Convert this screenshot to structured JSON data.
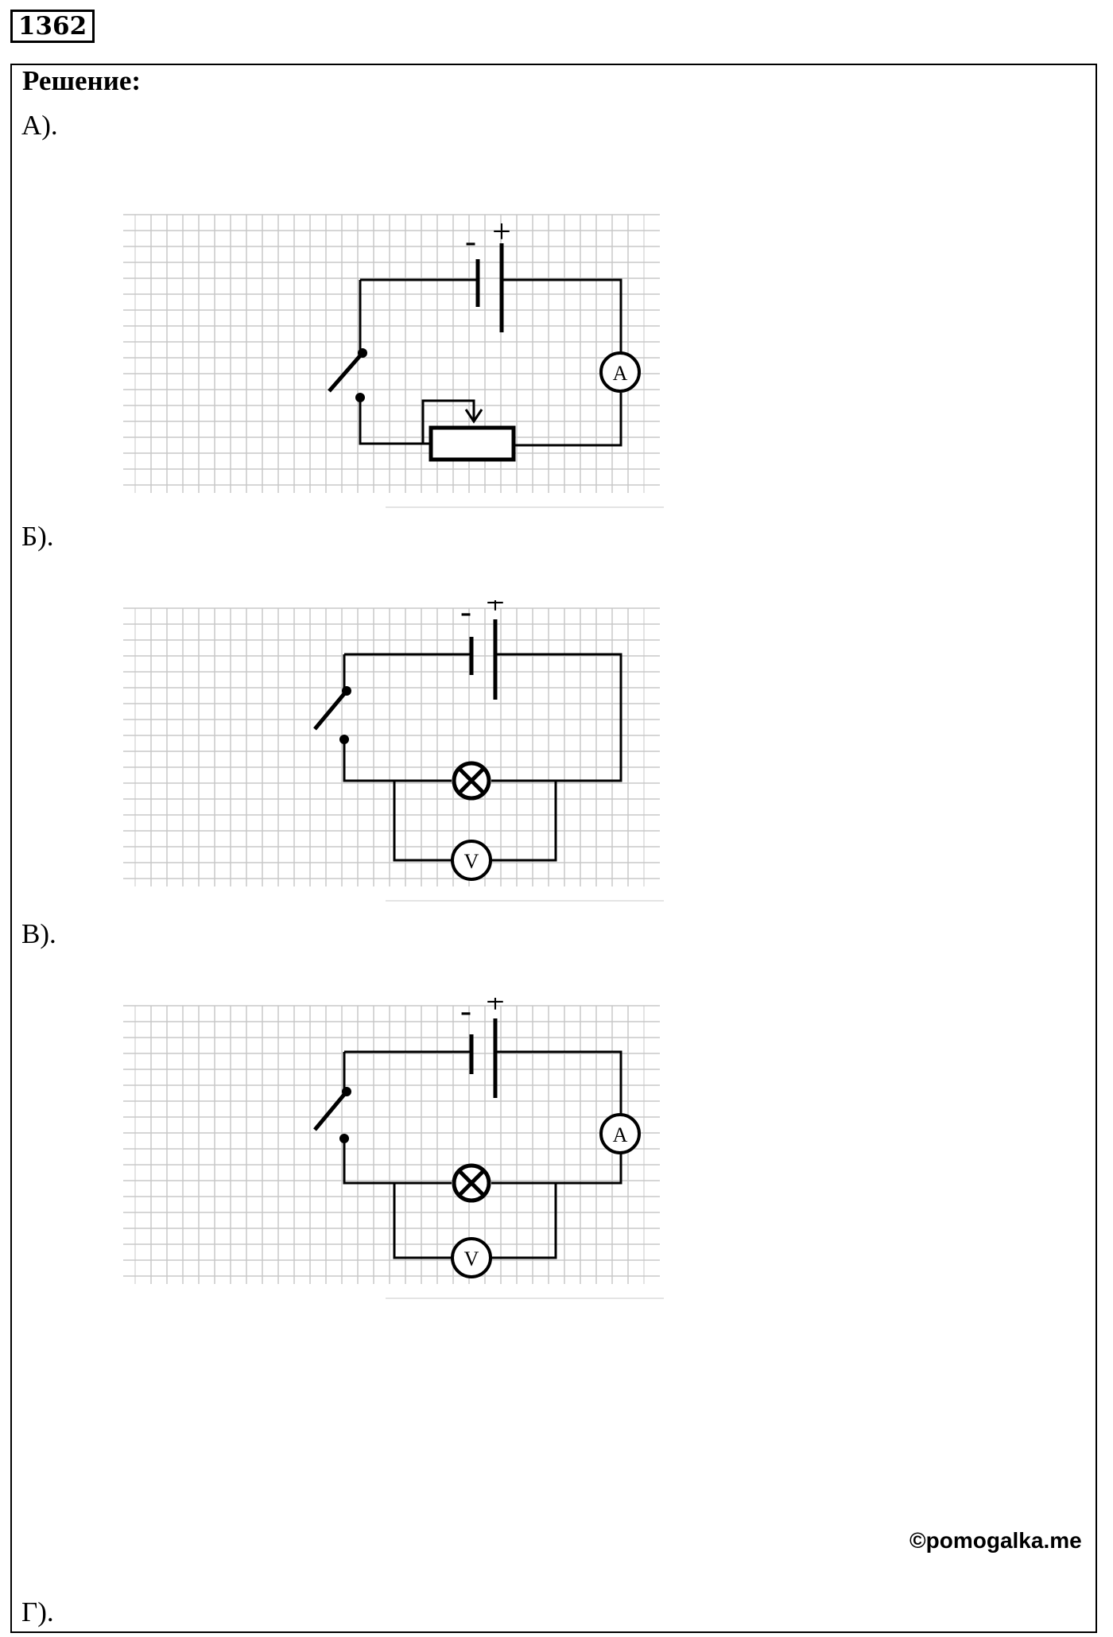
{
  "task_number": "1362",
  "heading": "Решение:",
  "parts": [
    {
      "label": "А).",
      "components": [
        "battery",
        "switch",
        "ammeter",
        "rheostat"
      ]
    },
    {
      "label": "Б).",
      "components": [
        "battery",
        "switch",
        "lamp",
        "voltmeter"
      ]
    },
    {
      "label": "В).",
      "components": [
        "battery",
        "switch",
        "ammeter",
        "lamp",
        "voltmeter"
      ]
    },
    {
      "label": "Г).",
      "components": []
    }
  ],
  "symbols": {
    "minus": "-",
    "plus": "+",
    "ammeter": "A",
    "voltmeter": "V"
  },
  "watermark": "©pomogalka.me",
  "colors": {
    "line": "#000000",
    "grid": "#c8c8c8",
    "grid_fade": "#dcdcdc"
  }
}
